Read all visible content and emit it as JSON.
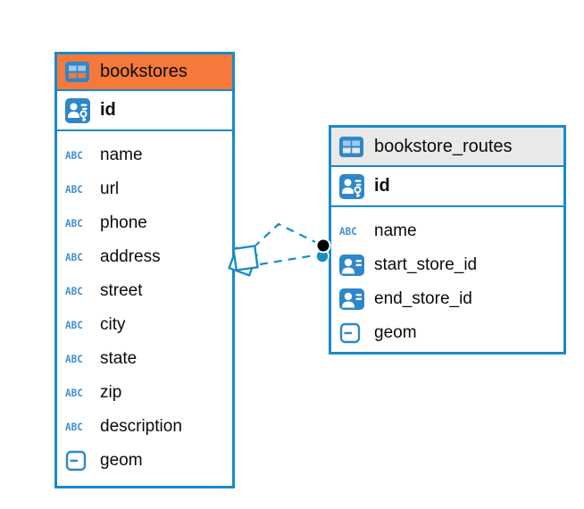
{
  "colors": {
    "accent_blue": "#1a8ac9",
    "icon_blue": "#2e87c9",
    "header_orange": "#f5793b",
    "header_gray": "#e9e9e9",
    "endpoint_black": "#000000",
    "endpoint_blue": "#1a8ac9"
  },
  "icons": {
    "text_label": "ABC"
  },
  "tables": [
    {
      "name": "bookstores",
      "header_style": "orange",
      "primary_key": {
        "label": "id",
        "icon": "person-key-icon"
      },
      "columns": [
        {
          "label": "name",
          "icon": "text-icon"
        },
        {
          "label": "url",
          "icon": "text-icon"
        },
        {
          "label": "phone",
          "icon": "text-icon"
        },
        {
          "label": "address",
          "icon": "text-icon"
        },
        {
          "label": "street",
          "icon": "text-icon"
        },
        {
          "label": "city",
          "icon": "text-icon"
        },
        {
          "label": "state",
          "icon": "text-icon"
        },
        {
          "label": "zip",
          "icon": "text-icon"
        },
        {
          "label": "description",
          "icon": "text-icon"
        },
        {
          "label": "geom",
          "icon": "geometry-icon"
        }
      ]
    },
    {
      "name": "bookstore_routes",
      "header_style": "gray",
      "primary_key": {
        "label": "id",
        "icon": "person-key-icon"
      },
      "columns": [
        {
          "label": "name",
          "icon": "text-icon"
        },
        {
          "label": "start_store_id",
          "icon": "person-ref-icon"
        },
        {
          "label": "end_store_id",
          "icon": "person-ref-icon"
        },
        {
          "label": "geom",
          "icon": "geometry-icon"
        }
      ]
    }
  ]
}
